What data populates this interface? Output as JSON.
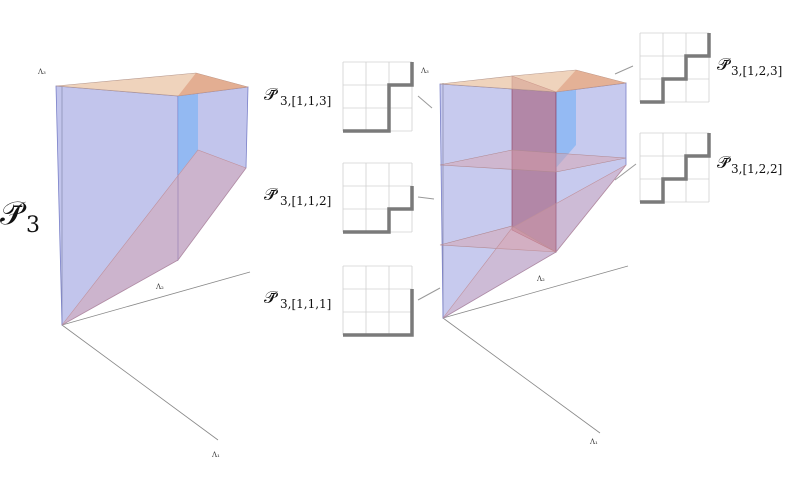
{
  "left_title": {
    "symbol": "𝒫̄",
    "subscript": "3"
  },
  "axes": {
    "lambda3": "Λ₃",
    "lambda2": "Λ₂",
    "lambda1": "Λ₁"
  },
  "partitions": {
    "p113": {
      "symbol": "𝒫̄",
      "subscript": "3,[1,1,3]",
      "path": [
        [
          0,
          0
        ],
        [
          2,
          0
        ],
        [
          2,
          2
        ],
        [
          3,
          2
        ],
        [
          3,
          3
        ]
      ]
    },
    "p112": {
      "symbol": "𝒫̄",
      "subscript": "3,[1,1,2]",
      "path": [
        [
          0,
          0
        ],
        [
          2,
          0
        ],
        [
          2,
          1
        ],
        [
          3,
          1
        ],
        [
          3,
          2
        ]
      ]
    },
    "p111": {
      "symbol": "𝒫̄",
      "subscript": "3,[1,1,1]",
      "path": [
        [
          0,
          0
        ],
        [
          3,
          0
        ],
        [
          3,
          2
        ]
      ]
    },
    "p123": {
      "symbol": "𝒫̄",
      "subscript": "3,[1,2,3]",
      "path": [
        [
          0,
          0
        ],
        [
          1,
          0
        ],
        [
          1,
          1
        ],
        [
          2,
          1
        ],
        [
          2,
          2
        ],
        [
          3,
          2
        ],
        [
          3,
          3
        ]
      ]
    },
    "p122": {
      "symbol": "𝒫̄",
      "subscript": "3,[1,2,2]",
      "path": [
        [
          0,
          0
        ],
        [
          1,
          0
        ],
        [
          1,
          1
        ],
        [
          2,
          1
        ],
        [
          2,
          2
        ],
        [
          3,
          2
        ],
        [
          3,
          3
        ]
      ]
    }
  },
  "colors": {
    "blue": "#8f96dd",
    "light_blue": "#7fb3f5",
    "pink": "#d9a0a8",
    "orange": "#e8b48c",
    "maroon": "#a0506e",
    "axis": "#888888",
    "grid": "#d0d0d0",
    "path": "#7a7a7a"
  }
}
